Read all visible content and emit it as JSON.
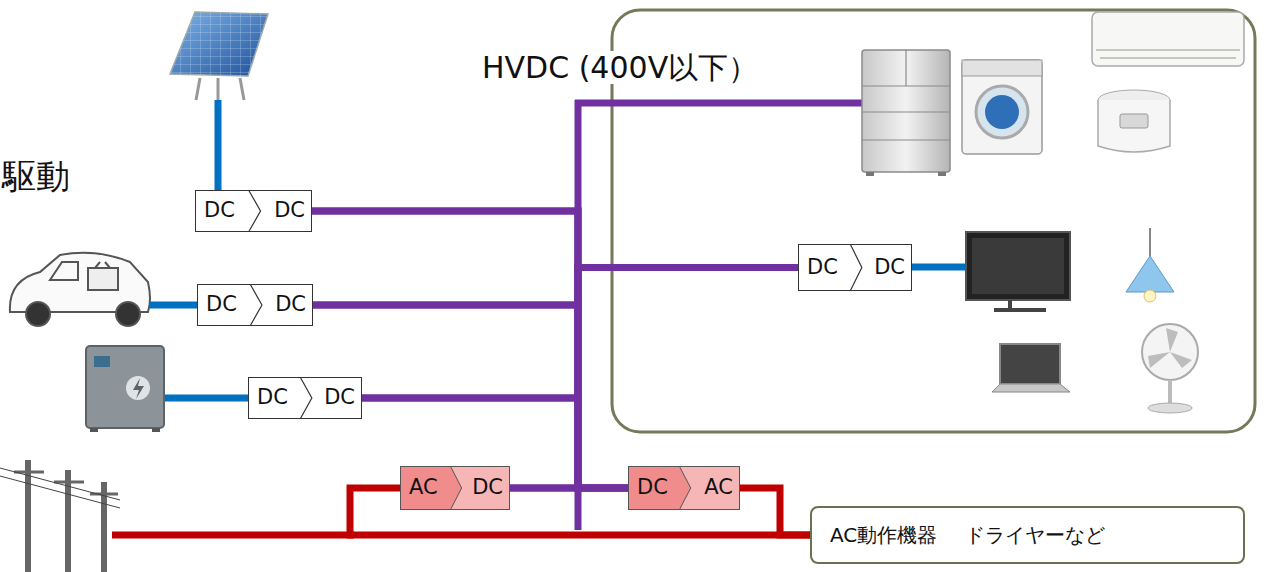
{
  "diagram": {
    "nodes": [
      {
        "text": [
          "DC",
          "DC"
        ]
      },
      {
        "text": [
          "DC",
          "DC"
        ]
      },
      {
        "text": [
          "DC",
          "DC"
        ]
      },
      {
        "text": [
          "AC",
          "DC"
        ]
      },
      {
        "text": [
          "DC",
          "DC"
        ]
      },
      {
        "text": [
          "DC",
          "AC"
        ]
      },
      {
        "text": [
          "AC動作機器",
          "ドライヤーなど"
        ]
      }
    ],
    "edges": [
      {
        "from": 0,
        "to": 4,
        "arrow": "none"
      },
      {
        "from": 0,
        "to": 5,
        "arrow": "none"
      },
      {
        "from": 1,
        "to": 4,
        "arrow": "none"
      },
      {
        "from": 1,
        "to": 5,
        "arrow": "none"
      },
      {
        "from": 2,
        "to": 4,
        "arrow": "none"
      },
      {
        "from": 2,
        "to": 5,
        "arrow": "none"
      },
      {
        "from": 3,
        "to": 4,
        "arrow": "none"
      },
      {
        "from": 3,
        "to": 5,
        "arrow": "none"
      },
      {
        "from": 3,
        "to": 6,
        "arrow": "none"
      },
      {
        "from": 5,
        "to": 6,
        "arrow": "none"
      }
    ],
    "labels": [
      "駆動",
      "HVDC (400V以下）"
    ]
  }
}
